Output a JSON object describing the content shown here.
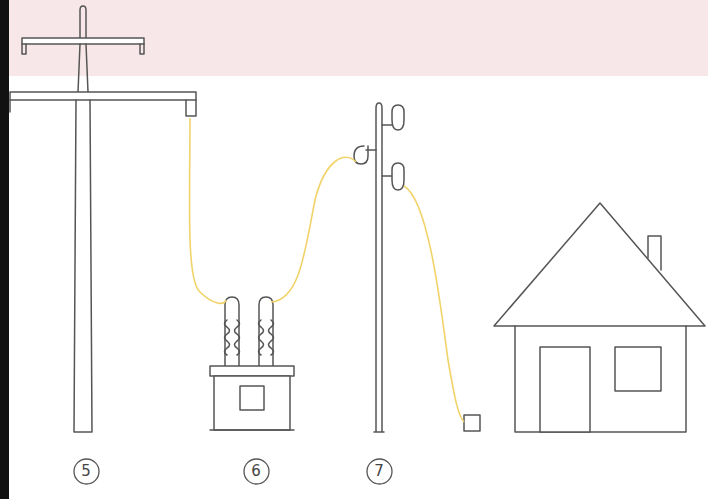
{
  "diagram": {
    "nodes": [
      {
        "text": [
          "5"
        ]
      },
      {
        "text": [
          "6"
        ]
      },
      {
        "text": [
          "7"
        ]
      }
    ]
  }
}
